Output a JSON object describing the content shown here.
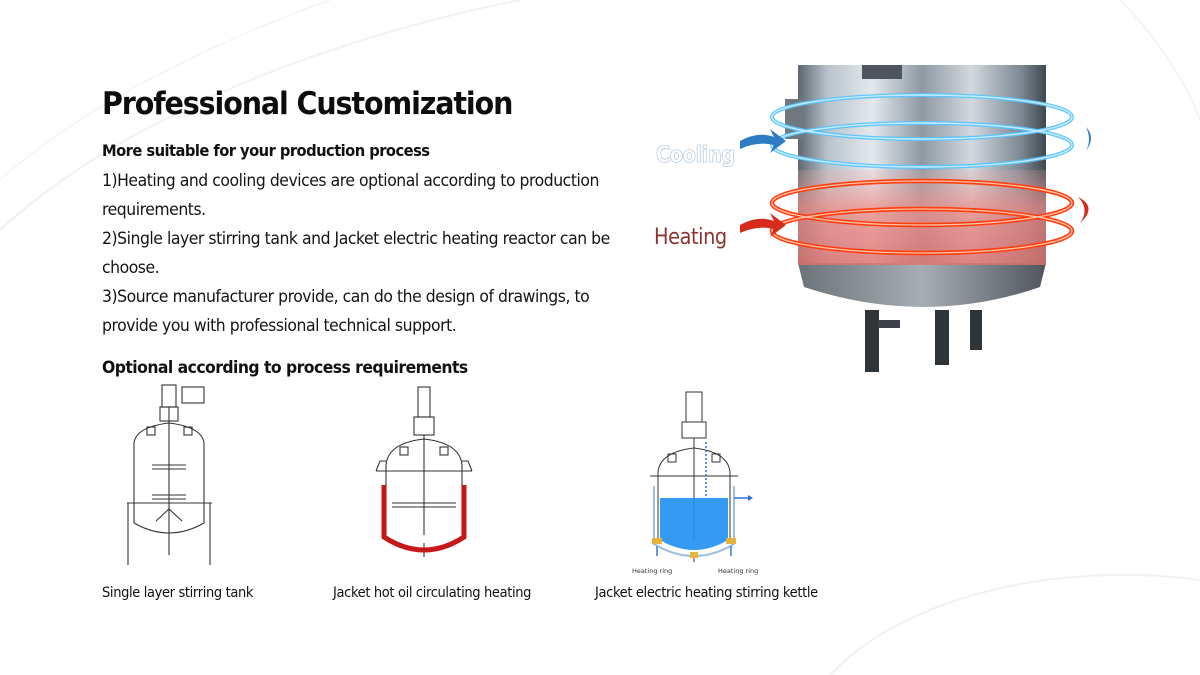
{
  "title": "Professional Customization",
  "subtitle": "More suitable for your production process",
  "points": [
    "1)Heating and cooling devices are optional according to production requirements.",
    "2)Single layer stirring tank and Jacket electric heating reactor can be choose.",
    "3)Source manufacturer provide, can do the design of drawings, to provide you with professional technical support."
  ],
  "options_heading": "Optional according to process requirements",
  "hero": {
    "cooling_label": "Cooling",
    "heating_label": "Heating",
    "colors": {
      "cooling": "#4fb6f0",
      "heating": "#ff4a1a",
      "tank_heat": "#e98b86"
    }
  },
  "options": [
    {
      "caption": "Single layer stirring tank",
      "icon": "single-layer-tank-drawing"
    },
    {
      "caption": "Jacket hot oil circulating heating",
      "icon": "hot-oil-jacket-tank-drawing"
    },
    {
      "caption": "Jacket electric heating stirring kettle",
      "icon": "electric-heating-kettle-drawing",
      "ring_labels": [
        "Heating ring",
        "Heating ring"
      ]
    }
  ]
}
